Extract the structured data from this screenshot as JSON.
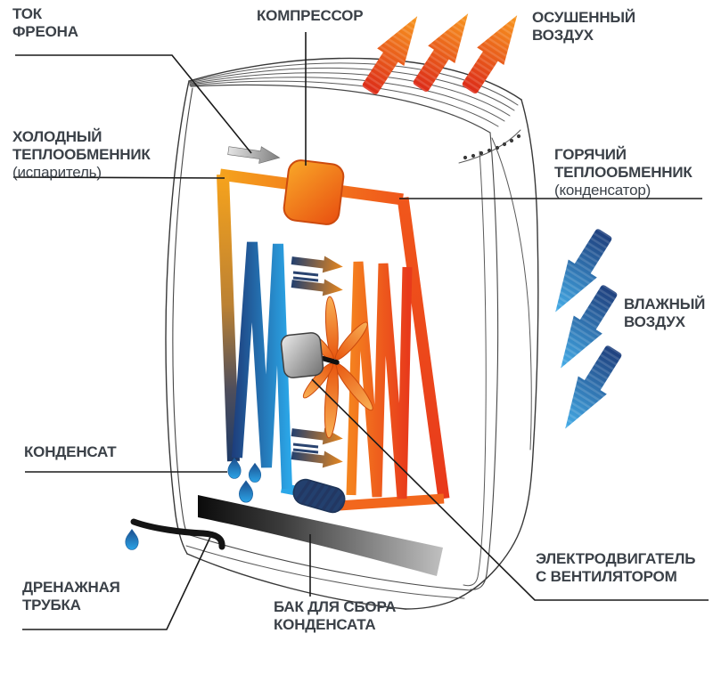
{
  "labels": {
    "freon_flow": {
      "text": "ТОК\nФРЕОНА"
    },
    "compressor": {
      "text": "КОМПРЕССОР"
    },
    "dried_air": {
      "text": "ОСУШЕННЫЙ\nВОЗДУХ"
    },
    "cold_exchanger": {
      "title": "ХОЛОДНЫЙ\nТЕПЛООБМЕННИК",
      "subtitle": "(испаритель)"
    },
    "hot_exchanger": {
      "title": "ГОРЯЧИЙ\nТЕПЛООБМЕННИК",
      "subtitle": "(конденсатор)"
    },
    "humid_air": {
      "text": "ВЛАЖНЫЙ\nВОЗДУХ"
    },
    "condensate": {
      "text": "КОНДЕНСАТ"
    },
    "drain_tube": {
      "text": "ДРЕНАЖНАЯ\nТРУБКА"
    },
    "tank": {
      "text": "БАК ДЛЯ СБОРА\nКОНДЕНСАТА"
    },
    "fan_motor": {
      "text": "ЭЛЕКТРОДВИГАТЕЛЬ\nС ВЕНТИЛЯТОРОМ"
    }
  },
  "icons": {
    "dried_air_arrow": "arrow-up-right-orange",
    "humid_air_arrow": "arrow-down-left-blue",
    "freon_flow_arrow": "arrow-right-gray",
    "internal_airflow_arrow": "arrow-right-blue-to-orange",
    "condensate_drop": "water-drop",
    "compressor": "rounded-orange-square",
    "fan_motor": "rounded-gray-square-with-fan",
    "expansion_capsule": "hatched-capsule",
    "condensate_tank": "gradient-black-bar",
    "drain_tube": "black-curved-tube"
  },
  "colors": {
    "text": "#3B4148",
    "hot": "#F0561B",
    "hot_light": "#F5A21D",
    "cold": "#2BA7E8",
    "navy": "#23406E",
    "tank_dark": "#0B0B0B",
    "tank_light": "#BFBFBF"
  }
}
